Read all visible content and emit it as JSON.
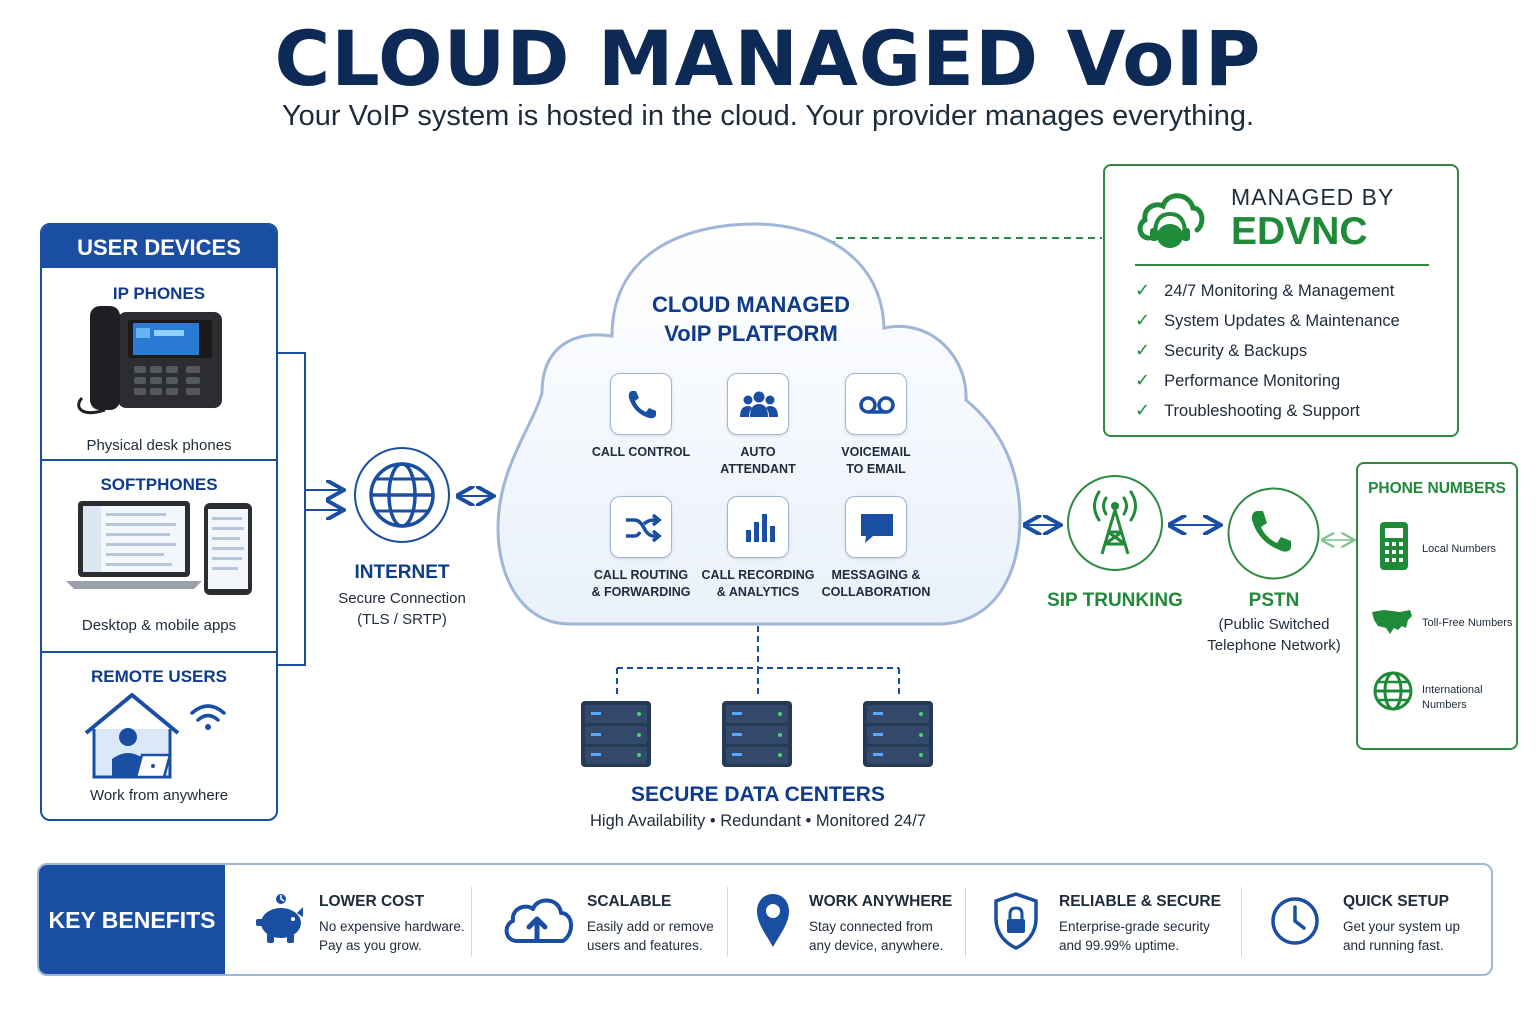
{
  "title": "CLOUD MANAGED VoIP",
  "subtitle": "Your VoIP system is hosted in the cloud. Your provider manages everything.",
  "user_devices": {
    "header": "USER DEVICES",
    "sections": [
      {
        "title": "IP PHONES",
        "caption": "Physical desk phones"
      },
      {
        "title": "SOFTPHONES",
        "caption": "Desktop & mobile apps"
      },
      {
        "title": "REMOTE USERS",
        "caption": "Work from anywhere"
      }
    ]
  },
  "internet": {
    "title": "INTERNET",
    "line1": "Secure Connection",
    "line2": "(TLS / SRTP)"
  },
  "cloud": {
    "title_line1": "CLOUD MANAGED",
    "title_line2": "VoIP PLATFORM",
    "features": [
      {
        "line1": "CALL CONTROL",
        "line2": "",
        "icon": "phone-icon"
      },
      {
        "line1": "AUTO",
        "line2": "ATTENDANT",
        "icon": "users-icon"
      },
      {
        "line1": "VOICEMAIL",
        "line2": "TO EMAIL",
        "icon": "voicemail-icon"
      },
      {
        "line1": "CALL ROUTING",
        "line2": "& FORWARDING",
        "icon": "shuffle-icon"
      },
      {
        "line1": "CALL RECORDING",
        "line2": "& ANALYTICS",
        "icon": "bar-chart-icon"
      },
      {
        "line1": "MESSAGING &",
        "line2": "COLLABORATION",
        "icon": "chat-icon"
      }
    ]
  },
  "data_centers": {
    "title": "SECURE DATA CENTERS",
    "subtitle": "High Availability • Redundant • Monitored 24/7"
  },
  "managed": {
    "line1": "MANAGED BY",
    "brand": "EDVNC",
    "items": [
      "24/7 Monitoring & Management",
      "System Updates & Maintenance",
      "Security & Backups",
      "Performance Monitoring",
      "Troubleshooting & Support"
    ]
  },
  "sip": {
    "title": "SIP TRUNKING"
  },
  "pstn": {
    "title": "PSTN",
    "line1": "(Public Switched",
    "line2": "Telephone Network)"
  },
  "phone_numbers": {
    "title": "PHONE NUMBERS",
    "local": "Local Numbers",
    "tollfree": "Toll-Free Numbers",
    "intl_line1": "International",
    "intl_line2": "Numbers"
  },
  "benefits": {
    "header": "KEY BENEFITS",
    "items": [
      {
        "title": "LOWER COST",
        "line1": "No expensive hardware.",
        "line2": "Pay as you grow.",
        "icon": "piggy-bank-icon"
      },
      {
        "title": "SCALABLE",
        "line1": "Easily add or remove",
        "line2": "users and features.",
        "icon": "cloud-upload-icon"
      },
      {
        "title": "WORK ANYWHERE",
        "line1": "Stay connected from",
        "line2": "any device, anywhere.",
        "icon": "location-pin-icon"
      },
      {
        "title": "RELIABLE & SECURE",
        "line1": "Enterprise-grade security",
        "line2": "and 99.99% uptime.",
        "icon": "shield-lock-icon"
      },
      {
        "title": "QUICK SETUP",
        "line1": "Get your system up",
        "line2": "and running fast.",
        "icon": "clock-icon"
      }
    ]
  },
  "colors": {
    "navy": "#0d2a57",
    "blue": "#1a4ea3",
    "green": "#1f8a37"
  }
}
